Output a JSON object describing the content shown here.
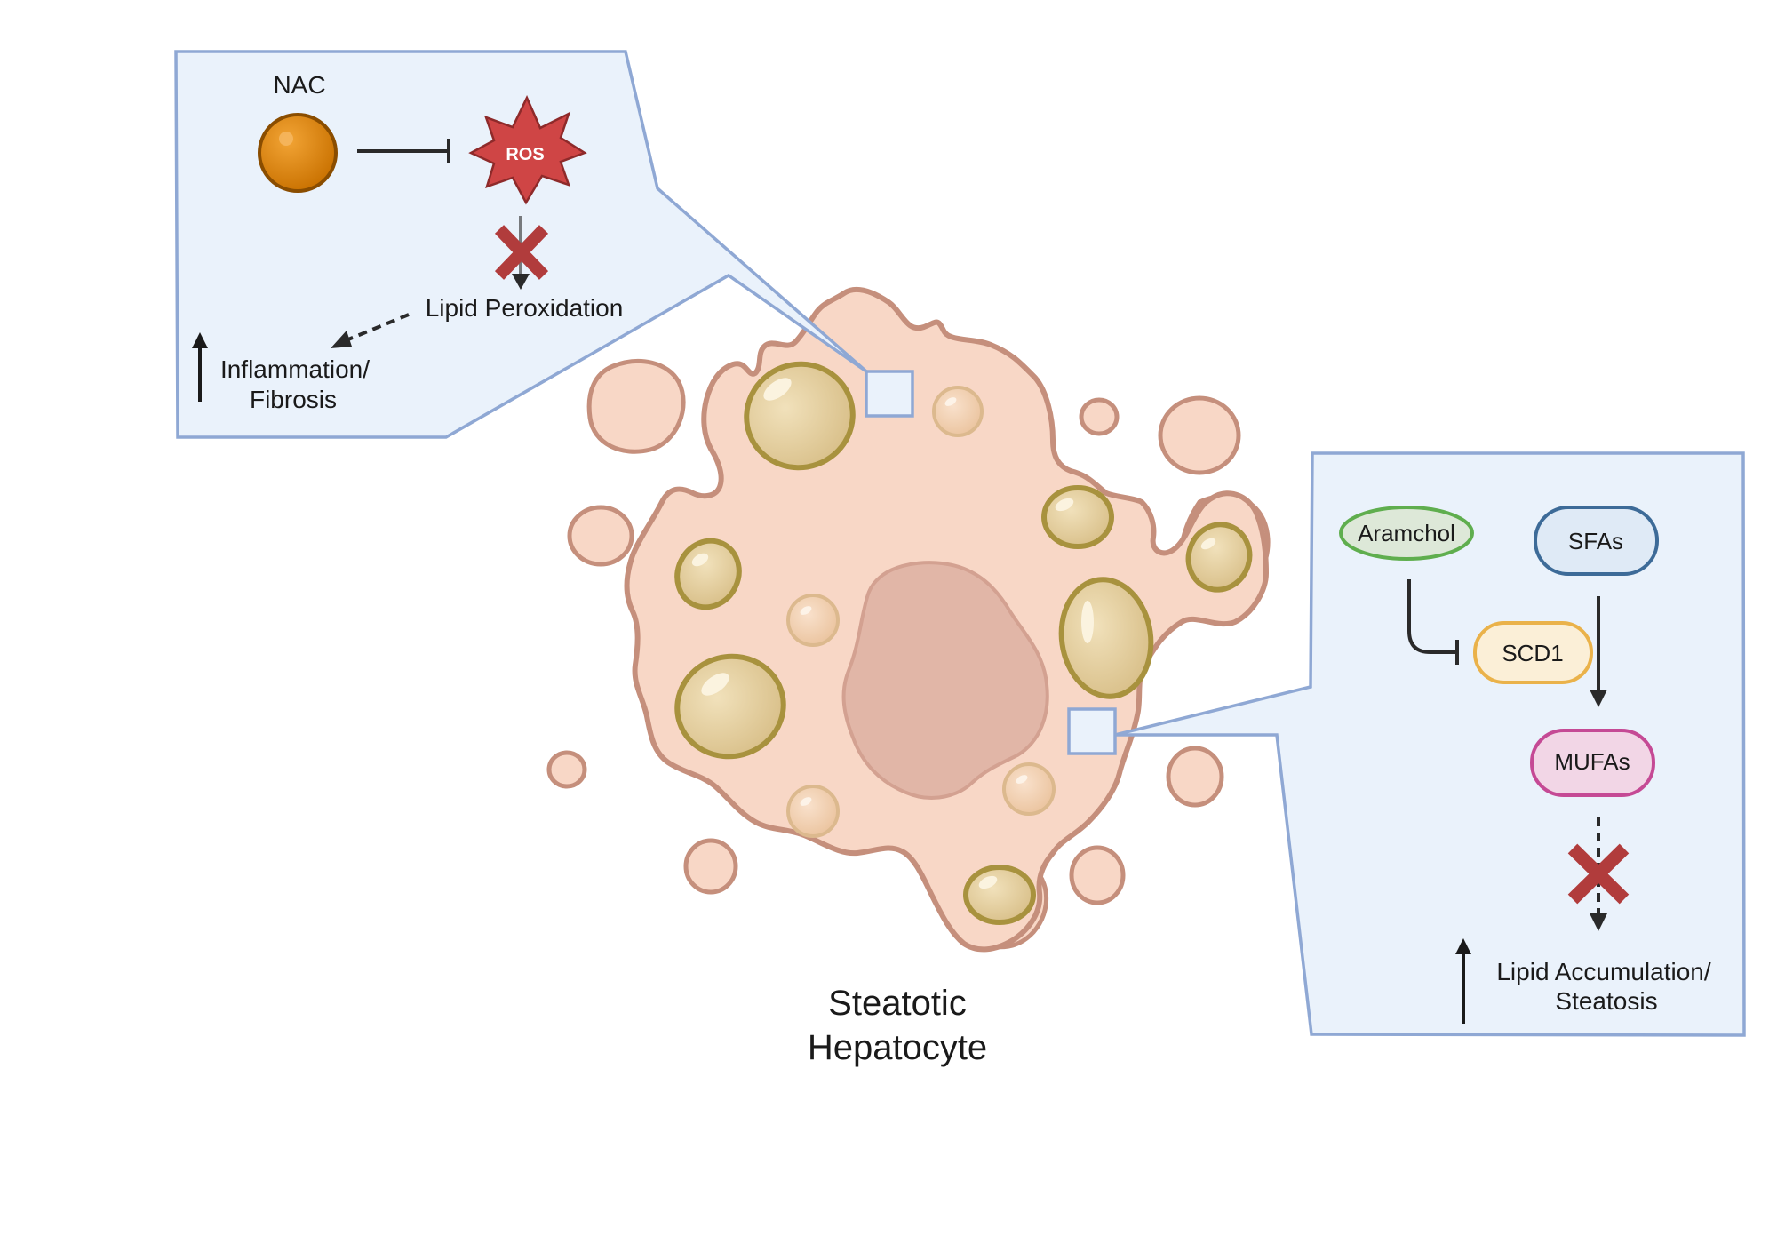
{
  "left_panel": {
    "nac_label": "NAC",
    "ros_label": "ROS",
    "lipid_peroxidation_label": "Lipid Peroxidation",
    "inflammation_line1": "Inflammation/",
    "inflammation_line2": "Fibrosis"
  },
  "right_panel": {
    "aramchol_label": "Aramchol",
    "sfas_label": "SFAs",
    "scd1_label": "SCD1",
    "mufas_label": "MUFAs",
    "outcome_line1": "Lipid Accumulation/",
    "outcome_line2": "Steatosis"
  },
  "cell": {
    "title_line1": "Steatotic",
    "title_line2": "Hepatocyte"
  },
  "colors": {
    "panel_fill": "#eaf2fb",
    "panel_stroke": "#8fa8d4",
    "cell_fill": "#f8d7c6",
    "cell_stroke": "#c58f7c",
    "nucleus_fill": "#e1b6a7",
    "droplet_fill": "#e6cf9b",
    "droplet_stroke": "#a8923e",
    "nac_fill": "#d98505",
    "ros_fill": "#cf4545",
    "block_x": "#b13c3c",
    "aramchol_stroke": "#5fae4e",
    "sfas_stroke": "#3d6b98",
    "scd1_stroke": "#eab24a",
    "mufas_stroke": "#c54a95"
  }
}
